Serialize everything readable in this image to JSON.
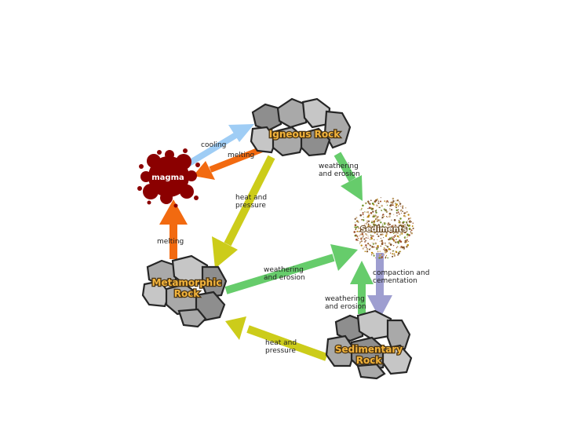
{
  "nodes": {
    "igneous": "Igneous Rock",
    "magma": "magma",
    "sediments": "Sediments",
    "metamorphic_line1": "Metamorphic",
    "metamorphic_line2": "Rock",
    "sedimentary_line1": "Sedimentary",
    "sedimentary_line2": "Rock"
  },
  "arrows": {
    "cooling": "cooling",
    "melting_igneous": "melting",
    "weathering_igneous_1": "weathering",
    "weathering_igneous_2": "and erosion",
    "heat_igneous_1": "heat and",
    "heat_igneous_2": "pressure",
    "melting_metamorphic": "melting",
    "weathering_metamorphic_1": "weathering",
    "weathering_metamorphic_2": "and erosion",
    "compaction_1": "compaction and",
    "compaction_2": "cementation",
    "weathering_sedimentary_1": "weathering",
    "weathering_sedimentary_2": "and erosion",
    "heat_sedimentary_1": "heat and",
    "heat_sedimentary_2": "pressure"
  },
  "colors": {
    "cooling": "#9fcdf5",
    "melting": "#f26a10",
    "weathering": "#66cc6b",
    "heat_pressure": "#cccc1a",
    "compaction": "#9e9ed0",
    "magma": "#8b0000",
    "rock_label": "#f3b43c"
  }
}
